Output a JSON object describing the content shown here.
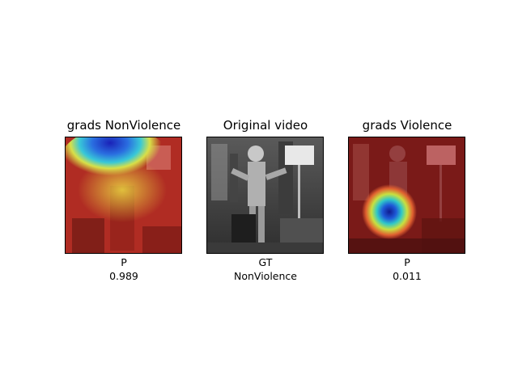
{
  "panels": [
    {
      "title": "grads NonViolence",
      "caption_label": "P",
      "caption_value": "0.989",
      "overlay": "heatmap-hot-top",
      "tint_color": "#c22a20"
    },
    {
      "title": "Original video",
      "caption_label": "GT",
      "caption_value": "NonViolence",
      "overlay": "none",
      "tint_color": "#6e6e6e"
    },
    {
      "title": "grads Violence",
      "caption_label": "P",
      "caption_value": "0.011",
      "overlay": "heatmap-hot-lower-left",
      "tint_color": "#8a1c1c"
    }
  ]
}
